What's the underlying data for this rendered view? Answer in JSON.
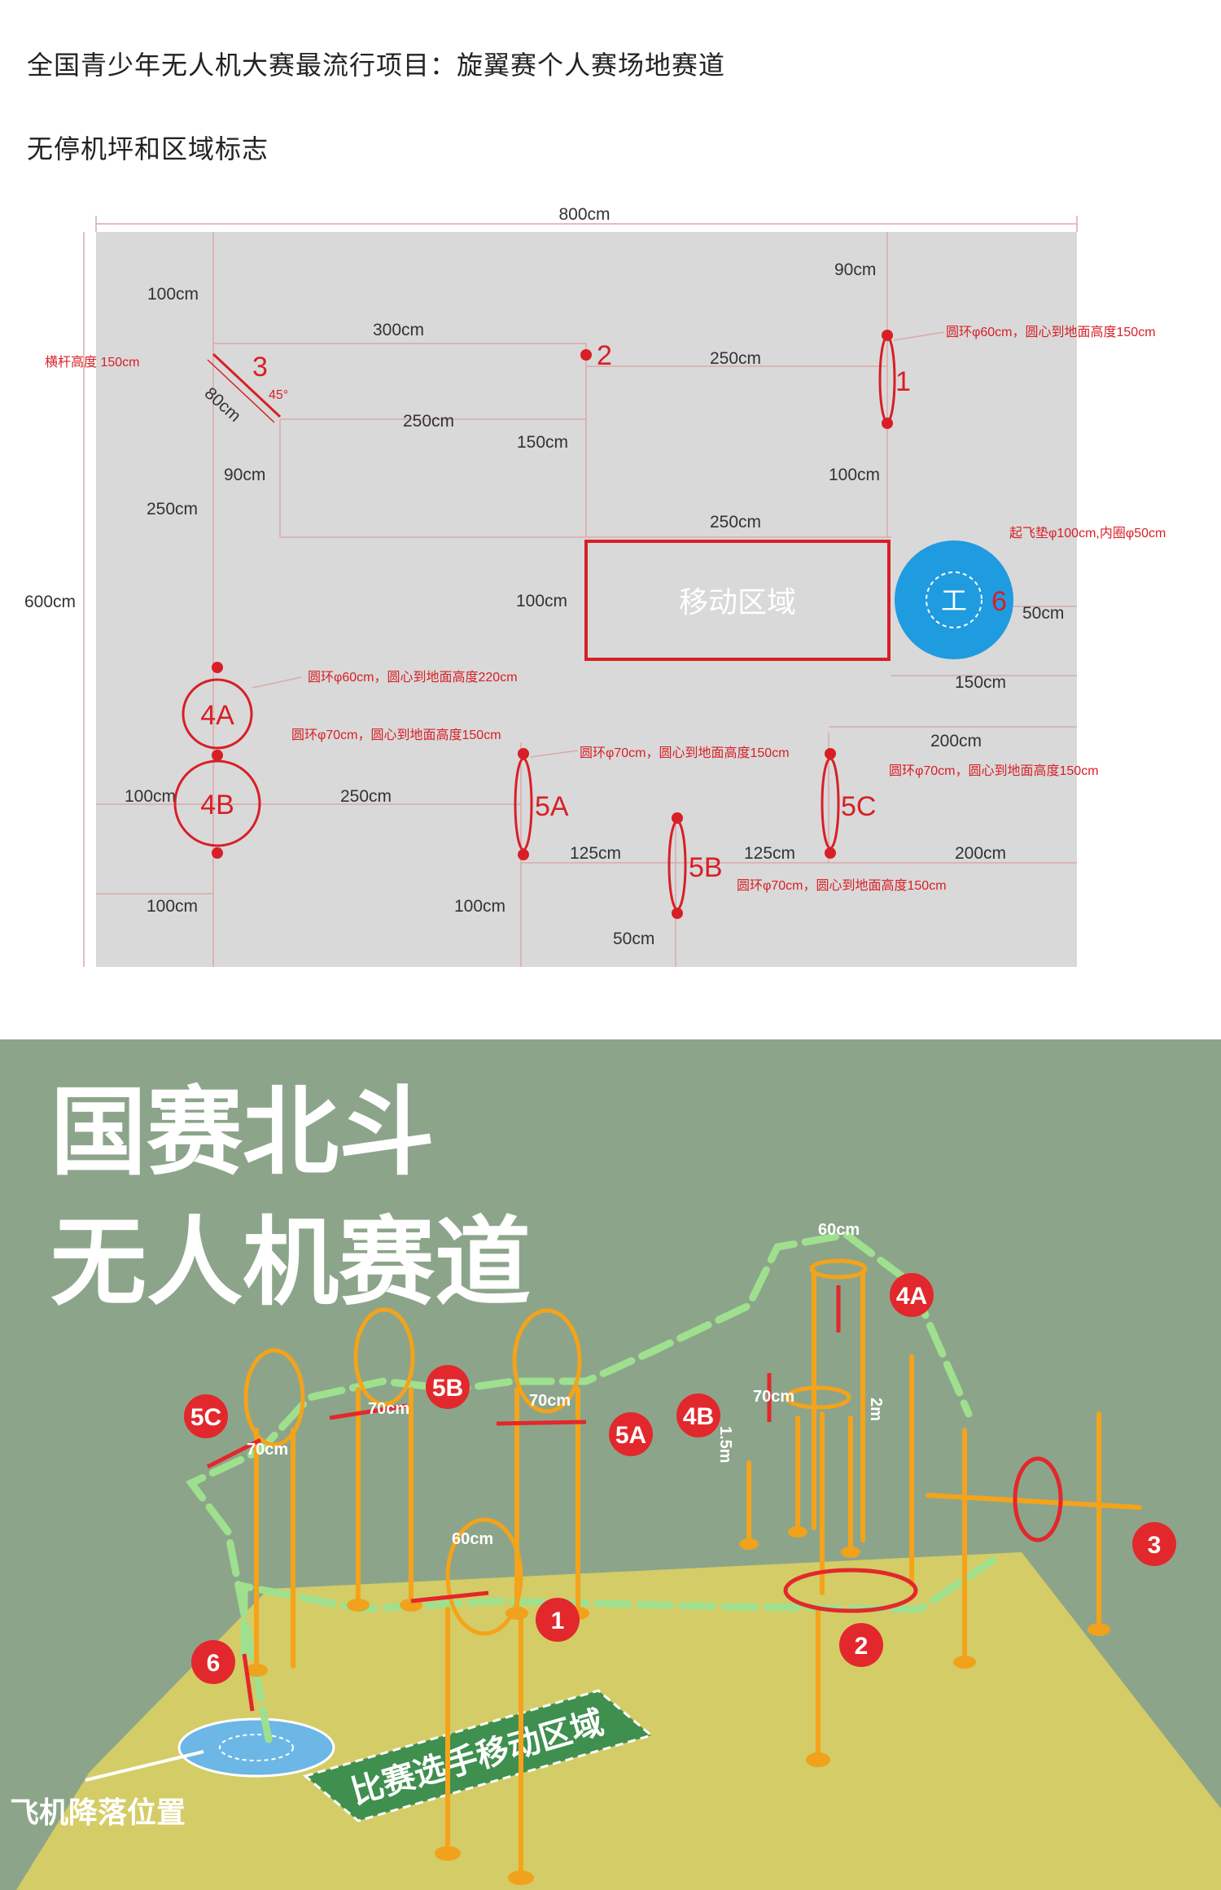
{
  "header": {
    "title": "全国青少年无人机大赛最流行项目：旋翼赛个人赛场地赛道",
    "subtitle": "无停机坪和区域标志"
  },
  "plan": {
    "dims": {
      "width": "800cm",
      "height": "600cm",
      "d90top": "90cm",
      "d100top": "100cm",
      "d300": "300cm",
      "d250a": "250cm",
      "d250b": "250cm",
      "d150": "150cm",
      "d90": "90cm",
      "d250left": "250cm",
      "d100right": "100cm",
      "d250c": "250cm",
      "d100mid": "100cm",
      "d50": "50cm",
      "d150b": "150cm",
      "d200a": "200cm",
      "d100left": "100cm",
      "d250d": "250cm",
      "d125a": "125cm",
      "d125b": "125cm",
      "d200b": "200cm",
      "d100bl": "100cm",
      "d100bm": "100cm",
      "d50b": "50cm",
      "d80": "80cm",
      "deg45": "45°"
    },
    "notes": {
      "bar": "横杆高度 150cm",
      "ring1": "圆环φ60cm，圆心到地面高度150cm",
      "pad": "起飞垫φ100cm,内圈φ50cm",
      "ring4a": "圆环φ60cm，圆心到地面高度220cm",
      "ring4b": "圆环φ70cm，圆心到地面高度150cm",
      "ring5a": "圆环φ70cm，圆心到地面高度150cm",
      "ring5c": "圆环φ70cm，圆心到地面高度150cm",
      "ring5b": "圆环φ70cm，圆心到地面高度150cm"
    },
    "labels": {
      "l1": "1",
      "l2": "2",
      "l3": "3",
      "l4a": "4A",
      "l4b": "4B",
      "l5a": "5A",
      "l5b": "5B",
      "l5c": "5C",
      "l6": "6",
      "zone": "移动区域",
      "padsymbol": "工"
    },
    "colors": {
      "field": "#d9d9d9",
      "red": "#d81f26",
      "pad": "#1f9be0"
    }
  },
  "scene": {
    "title1": "国赛北斗",
    "title2": "无人机赛道",
    "zone_text": "比赛选手移动区域",
    "landing": "飞机降落位置",
    "dims": {
      "r60a": "60cm",
      "r60b": "60cm",
      "r70a": "70cm",
      "r70b": "70cm",
      "r70c": "70cm",
      "r70d": "70cm",
      "h2m": "2m",
      "h15": "1.5m"
    },
    "markers": {
      "m1": "1",
      "m2": "2",
      "m3": "3",
      "m4a": "4A",
      "m4b": "4B",
      "m5a": "5A",
      "m5b": "5B",
      "m5c": "5C",
      "m6": "6"
    },
    "colors": {
      "background": "#8ca58a",
      "floor": "#d4cc66",
      "pole": "#f4a31a",
      "path": "#9fe08f",
      "marker": "#e2282c"
    }
  }
}
